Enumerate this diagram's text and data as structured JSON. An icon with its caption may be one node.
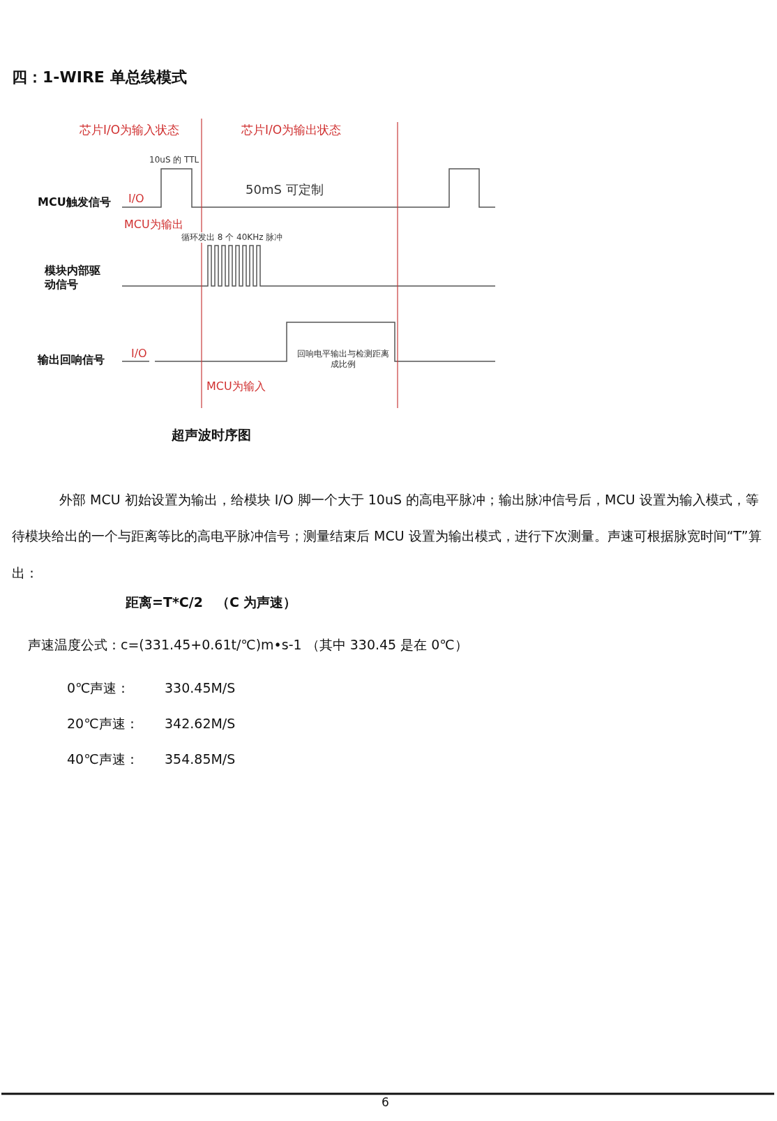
{
  "diagram": {
    "title": "四：1-WIRE 单总线模式",
    "caption": "超声波时序图",
    "labels": [
      "芯片I/O为输入状态",
      "芯片I/O为输出状态",
      "10uS 的 TTL",
      "MCU触发信号",
      "I/O",
      "50mS 可定制",
      "MCU为输出",
      "循环发出 8 个 40KHz 脉冲",
      "模块内部驱动信号",
      "输出回响信号",
      "I/O",
      "回响电平输出与检测距离成比例",
      "MCU为输入",
      "外部 MCU 初始设置为输出，给模块 I/O 脚一个大于 10uS 的高电平脉冲；输出脉冲信号后，MCU 设置为输入模式，等待模块给出的一个与距离等比的高电平脉冲信号；测量结束后 MCU 设置为输出模式，进行下次测量。声速可根据脉宽时间“T”算出：",
      "距离=T*C/2　（C 为声速）",
      "声速温度公式：c=(331.45+0.61t/℃)m•s-1 （其中 330.45 是在 0℃）",
      "0℃声速：",
      "330.45M/S",
      "20℃声速：",
      "342.62M/S",
      "40℃声速：",
      "354.85M/S",
      "6"
    ]
  }
}
